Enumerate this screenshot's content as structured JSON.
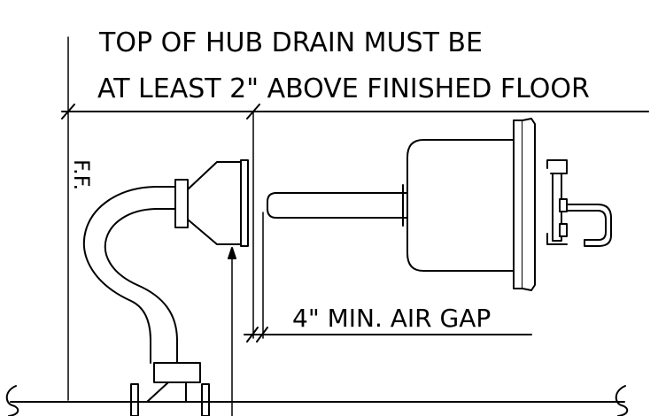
{
  "note": {
    "line1": "TOP OF HUB DRAIN MUST BE",
    "line2": "AT LEAST 2\" ABOVE FINISHED FLOOR"
  },
  "labels": {
    "finished_floor": "F.F.",
    "air_gap": "4\" MIN. AIR GAP"
  },
  "colors": {
    "line": "#000000",
    "background": "#ffffff"
  }
}
